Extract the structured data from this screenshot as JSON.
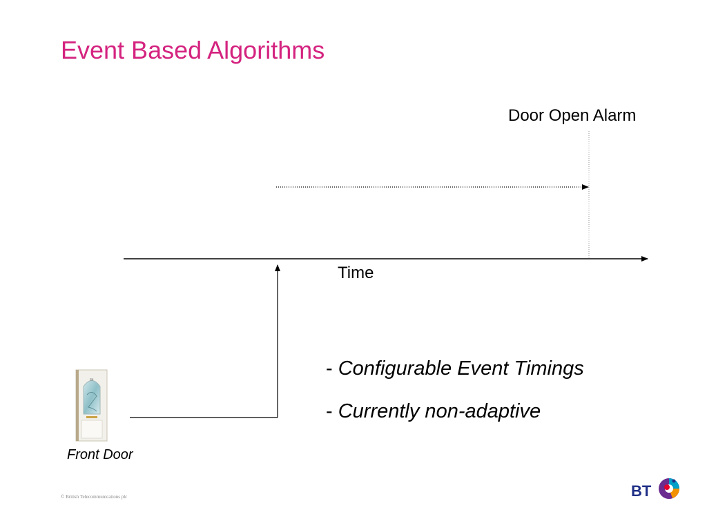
{
  "title": "Event Based Algorithms",
  "diagram": {
    "alarm_label": "Door Open Alarm",
    "time_label": "Time",
    "door_label": "Front Door",
    "door_number": "84"
  },
  "bullets": [
    {
      "dash": "-",
      "text": "Configurable Event Timings"
    },
    {
      "dash": "-",
      "text": "Currently non-adaptive"
    }
  ],
  "footer": {
    "copyright": "© British Telecommunications plc",
    "logo_text": "BT"
  },
  "colors": {
    "title": "#d4237f",
    "logo_blue": "#1f2f86",
    "logo_purple": "#6a2c8e",
    "logo_teal": "#00a0c8",
    "logo_orange": "#f39200",
    "logo_red": "#e4002b"
  }
}
